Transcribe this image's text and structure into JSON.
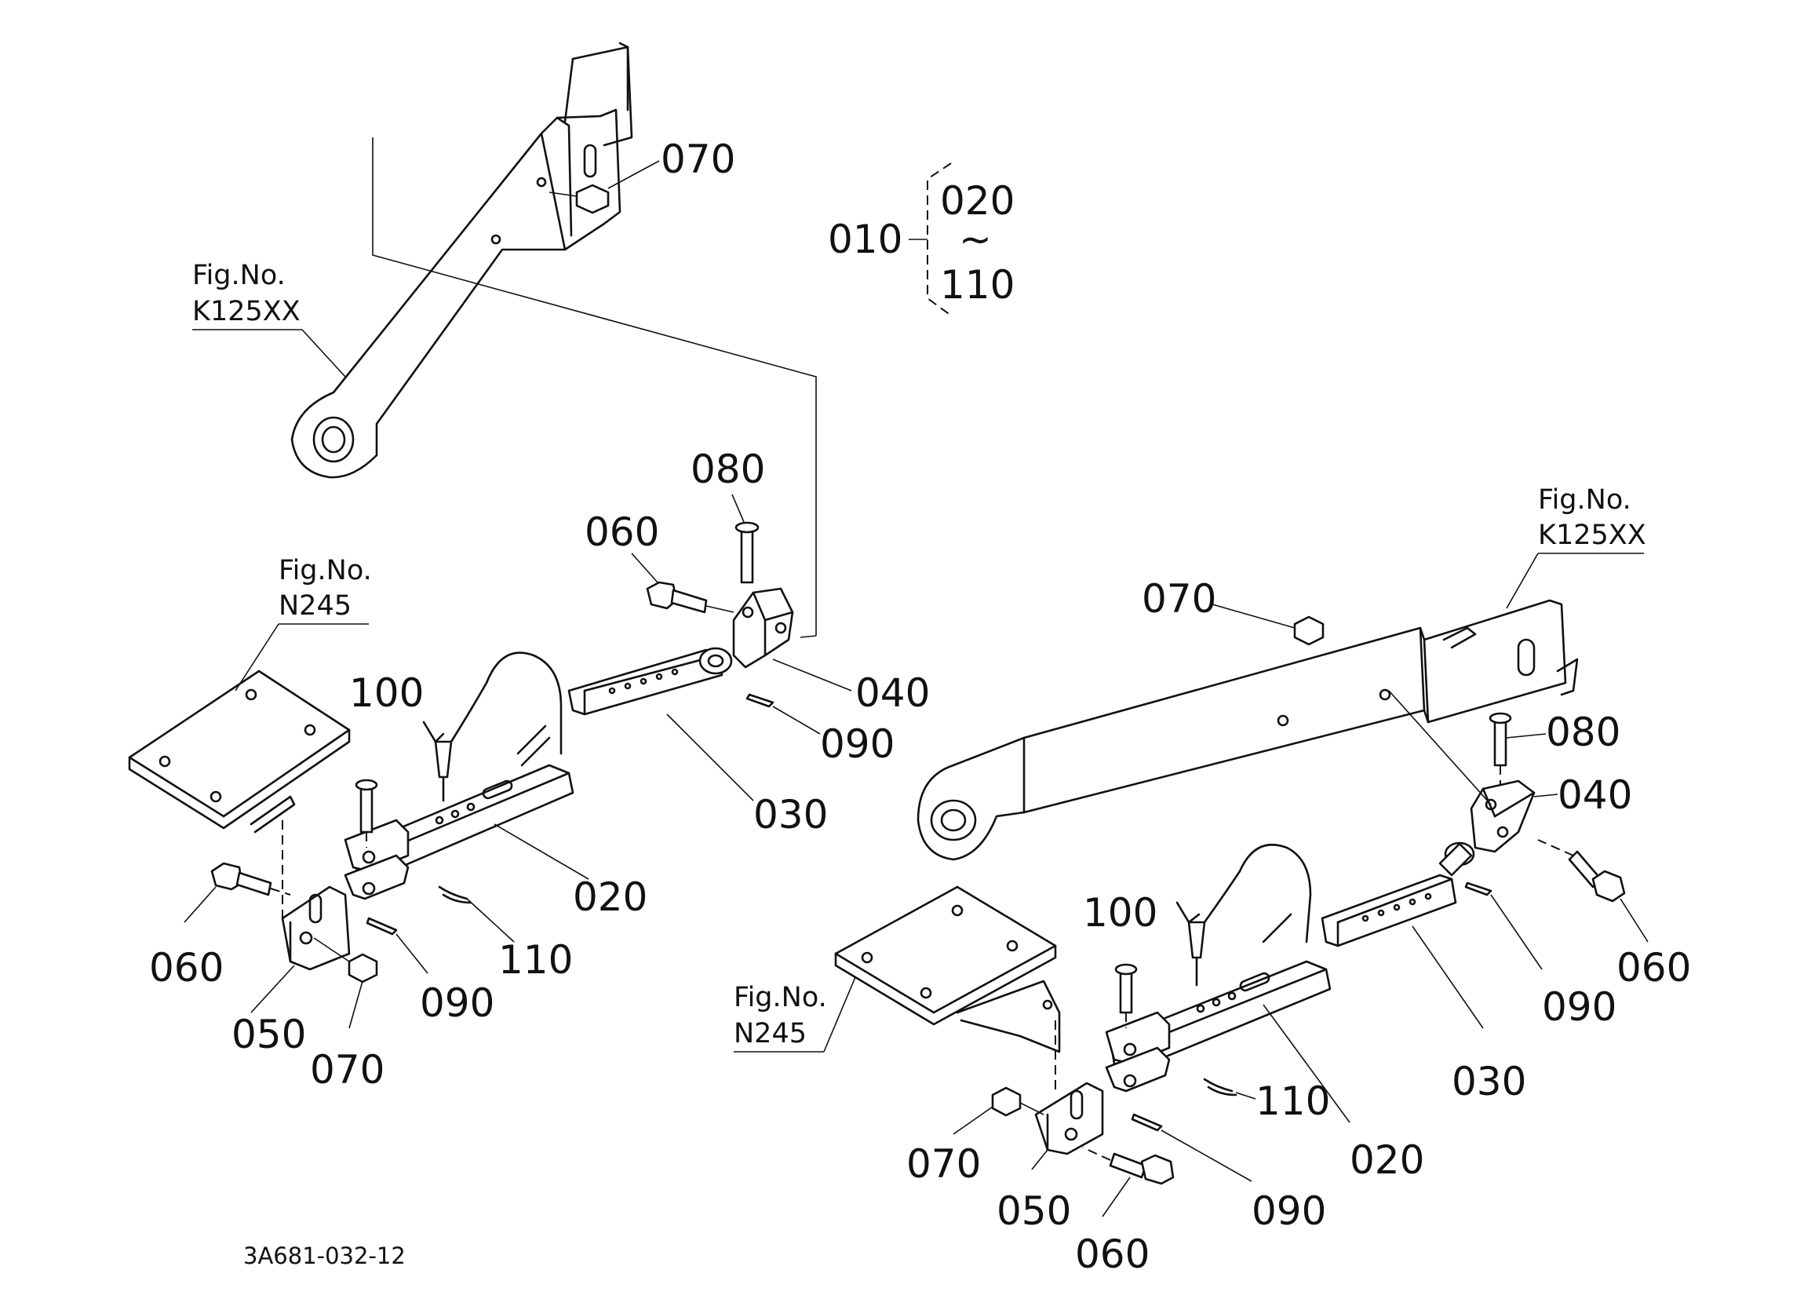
{
  "assembly": {
    "main": "010",
    "range_start": "020",
    "range_sep": "~",
    "range_end": "110"
  },
  "left_group": {
    "parts": {
      "p020": "020",
      "p030": "030",
      "p040": "040",
      "p050": "050",
      "p060a": "060",
      "p060b": "060",
      "p070a": "070",
      "p070b": "070",
      "p080": "080",
      "p090a": "090",
      "p090b": "090",
      "p100": "100",
      "p110": "110"
    },
    "fig_refs": {
      "arm_caption": "Fig.No.",
      "arm_code": "K125XX",
      "plate_caption": "Fig.No.",
      "plate_code": "N245"
    }
  },
  "right_group": {
    "parts": {
      "p020": "020",
      "p030": "030",
      "p040": "040",
      "p050": "050",
      "p060a": "060",
      "p060b": "060",
      "p070a": "070",
      "p070b": "070",
      "p080": "080",
      "p090a": "090",
      "p090b": "090",
      "p100": "100",
      "p110": "110"
    },
    "fig_refs": {
      "arm_caption": "Fig.No.",
      "arm_code": "K125XX",
      "plate_caption": "Fig.No.",
      "plate_code": "N245"
    }
  },
  "drawing_code": "3A681-032-12"
}
